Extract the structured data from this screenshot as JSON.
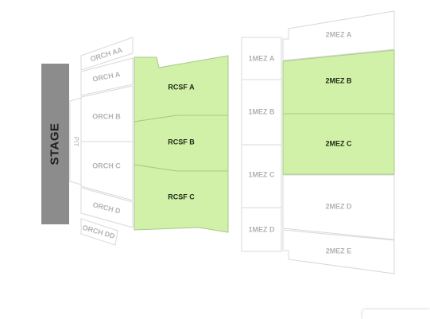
{
  "colors": {
    "available_fill": "#d1f0a8",
    "available_stroke": "#a9c98a",
    "available_text": "#1f2a14",
    "unavailable_fill": "#ffffff",
    "unavailable_stroke": "#d8d8d8",
    "unavailable_text": "#b3b3b3",
    "stage_fill": "#8c8c8c",
    "stage_text": "#1f1f1f"
  },
  "stage": {
    "label": "STAGE"
  },
  "pit": {
    "label": "PIT"
  },
  "sections": {
    "orch_aa": {
      "label": "ORCH AA",
      "available": false
    },
    "orch_a": {
      "label": "ORCH A",
      "available": false
    },
    "orch_b": {
      "label": "ORCH B",
      "available": false
    },
    "orch_c": {
      "label": "ORCH C",
      "available": false
    },
    "orch_d": {
      "label": "ORCH D",
      "available": false
    },
    "orch_dd": {
      "label": "ORCH DD",
      "available": false
    },
    "rcsf_a": {
      "label": "RCSF A",
      "available": true
    },
    "rcsf_b": {
      "label": "RCSF B",
      "available": true
    },
    "rcsf_c": {
      "label": "RCSF C",
      "available": true
    },
    "mez1_a": {
      "label": "1MEZ A",
      "available": false
    },
    "mez1_b": {
      "label": "1MEZ B",
      "available": false
    },
    "mez1_c": {
      "label": "1MEZ C",
      "available": false
    },
    "mez1_d": {
      "label": "1MEZ D",
      "available": false
    },
    "mez2_a": {
      "label": "2MEZ A",
      "available": false
    },
    "mez2_b": {
      "label": "2MEZ B",
      "available": true
    },
    "mez2_c": {
      "label": "2MEZ C",
      "available": true
    },
    "mez2_d": {
      "label": "2MEZ D",
      "available": false
    },
    "mez2_e": {
      "label": "2MEZ E",
      "available": false
    }
  }
}
